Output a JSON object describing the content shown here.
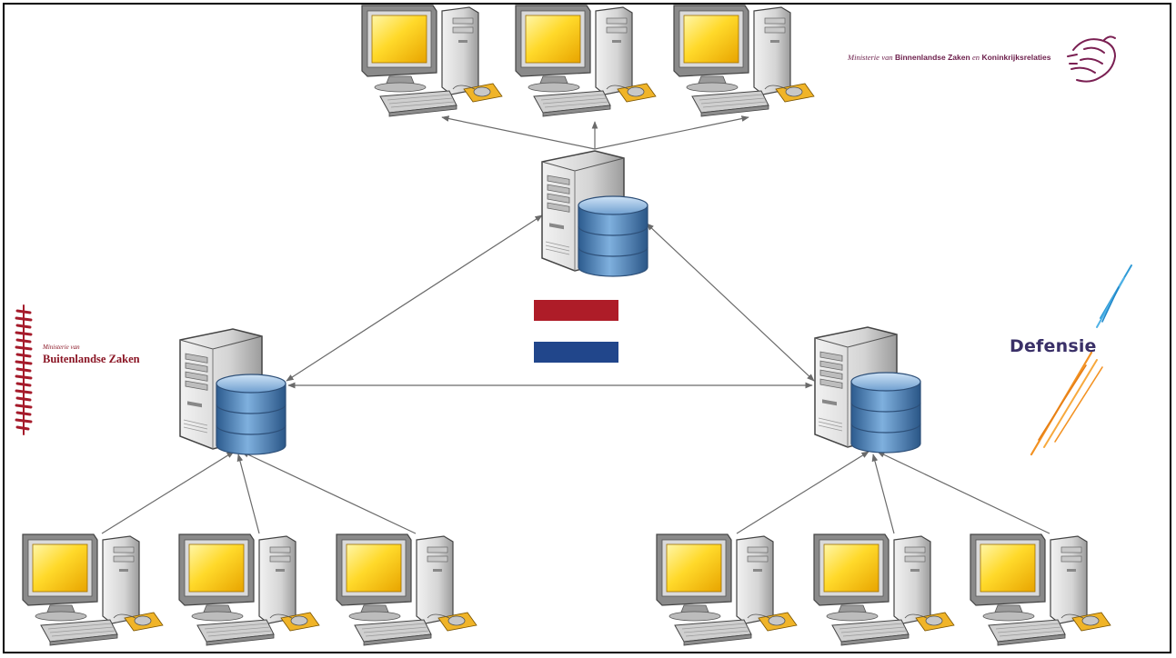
{
  "logos": {
    "bzk": {
      "prefix": "Ministerie",
      "connector_van": "van",
      "name_part1": "Binnenlandse Zaken",
      "connector_en": "en",
      "name_part2": "Koninkrijksrelaties",
      "color": "#6b1d4a"
    },
    "buza": {
      "line1": "Ministerie van",
      "line2": "Buitenlandse Zaken",
      "color": "#8a1524"
    },
    "defensie": {
      "name": "Defensie",
      "color": "#3a3068"
    }
  },
  "flag": {
    "colors": [
      "#ae1c28",
      "#ffffff",
      "#21468b"
    ]
  },
  "colors": {
    "arrow": "#707070",
    "monitor_screen": "#f7d31c",
    "database": "#4a7ab0",
    "mousepad": "#f0b428"
  },
  "nodes": {
    "servers": [
      "central-server",
      "left-server",
      "right-server"
    ],
    "client_groups": [
      "top-clients",
      "bottom-left-clients",
      "bottom-right-clients"
    ]
  }
}
